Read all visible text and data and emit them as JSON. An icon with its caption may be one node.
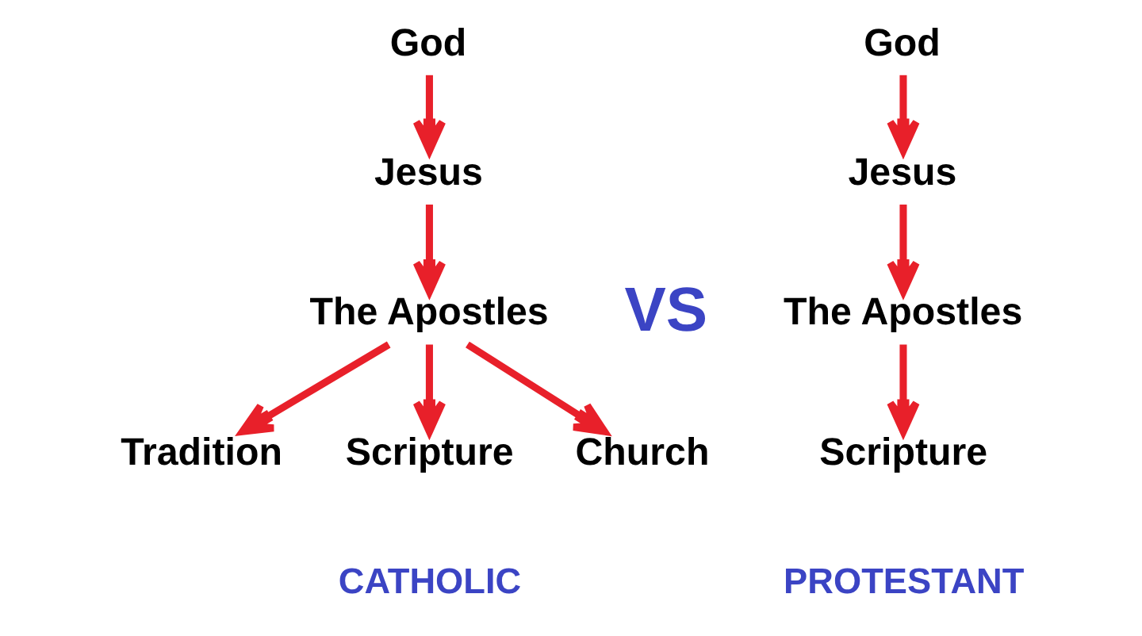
{
  "diagram": {
    "nodes": [
      {
        "text": [
          "God"
        ]
      },
      {
        "text": [
          "Jesus"
        ]
      },
      {
        "text": [
          "The Apostles"
        ]
      },
      {
        "text": [
          "Tradition"
        ]
      },
      {
        "text": [
          "Scripture"
        ]
      },
      {
        "text": [
          "Church"
        ]
      },
      {
        "text": [
          "God"
        ]
      },
      {
        "text": [
          "Jesus"
        ]
      },
      {
        "text": [
          "The Apostles"
        ]
      },
      {
        "text": [
          "Scripture"
        ]
      }
    ],
    "edges": [
      {
        "from": 0,
        "to": 1,
        "arrow": "to"
      },
      {
        "from": 1,
        "to": 2,
        "arrow": "to"
      },
      {
        "from": 2,
        "to": 3,
        "arrow": "to"
      },
      {
        "from": 2,
        "to": 4,
        "arrow": "to"
      },
      {
        "from": 2,
        "to": 5,
        "arrow": "to"
      },
      {
        "from": 6,
        "to": 7,
        "arrow": "to"
      },
      {
        "from": 7,
        "to": 8,
        "arrow": "to"
      },
      {
        "from": 8,
        "to": 9,
        "arrow": "to"
      }
    ],
    "labels": [
      "VS",
      "CATHOLIC",
      "PROTESTANT"
    ]
  }
}
